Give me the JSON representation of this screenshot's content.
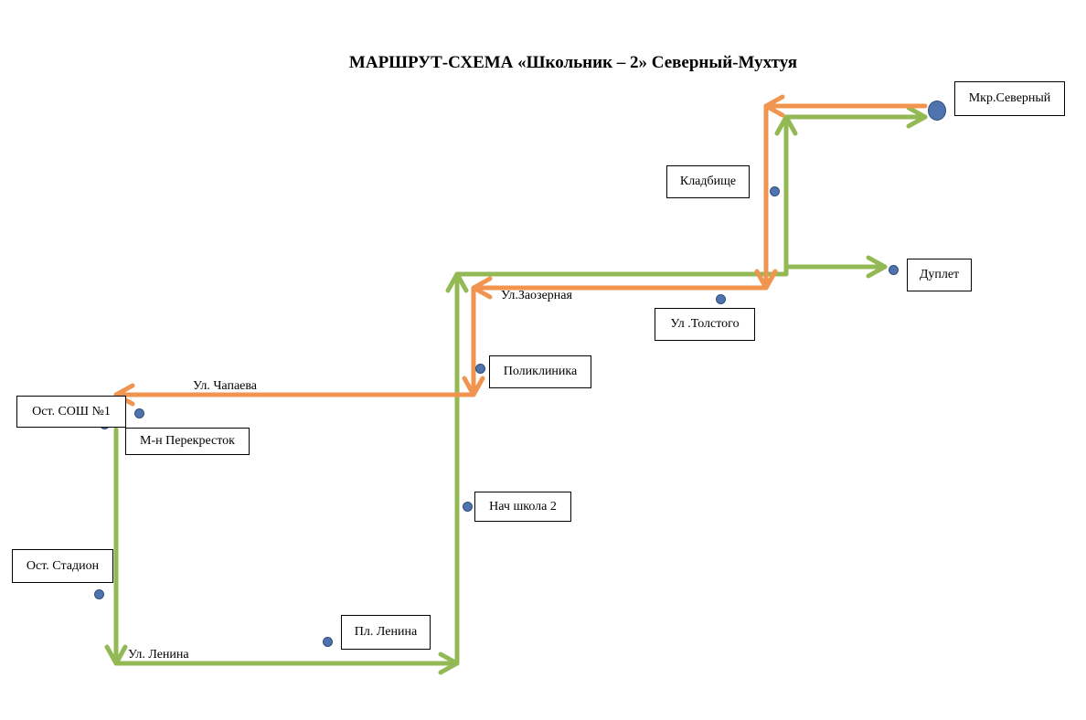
{
  "title": "МАРШРУТ-СХЕМА «Школьник – 2» Северный-Мухтуя",
  "colors": {
    "forward_route": "#93b955",
    "return_route": "#f0944f",
    "stop_dot": "#4f73ac"
  },
  "stops": {
    "mkr_severny": "Мкр.Северный",
    "kladbische": "Кладбище",
    "duplet": "Дуплет",
    "tolstogo": "Ул .Толстого",
    "poliklinika": "Поликлиника",
    "sosh1": "Ост. СОШ №1",
    "perekrestok": "М-н Перекресток",
    "nach_shkola": "Нач школа 2",
    "stadion": "Ост. Стадион",
    "pl_lenina": "Пл. Ленина"
  },
  "streets": {
    "zaozernaya": "Ул.Заозерная",
    "chapaeva": "Ул. Чапаева",
    "lenina": "Ул. Ленина"
  }
}
